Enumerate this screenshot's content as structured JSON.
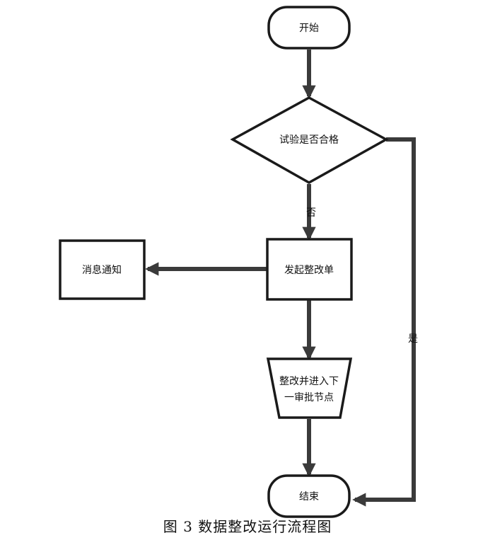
{
  "nodes": {
    "start": "开始",
    "decision": "试验是否合格",
    "initiate": "发起整改单",
    "notify": "消息通知",
    "rectify_line1": "整改并进入下",
    "rectify_line2": "一审批节点",
    "end": "结束"
  },
  "edges": {
    "no_label": "否",
    "yes_label": "是"
  },
  "caption": "图 3  数据整改运行流程图"
}
